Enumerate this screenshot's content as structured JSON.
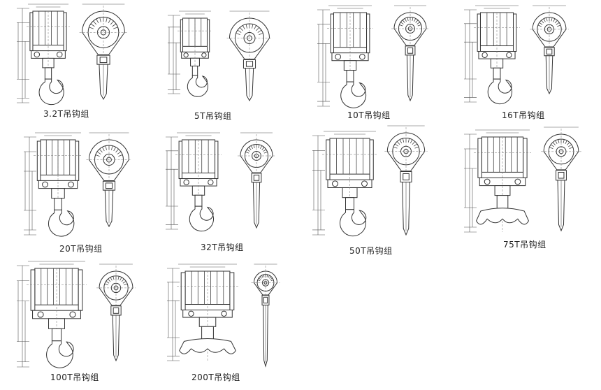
{
  "figures": [
    {
      "id": "3-2t",
      "caption": "3.2T吊钩组",
      "hook": "single",
      "scale": 0.95
    },
    {
      "id": "5t",
      "caption": "5T吊钩组",
      "hook": "single",
      "scale": 0.95
    },
    {
      "id": "10t",
      "caption": "10T吊钩组",
      "hook": "single",
      "scale": 1.0
    },
    {
      "id": "16t",
      "caption": "16T吊钩组",
      "hook": "single",
      "scale": 1.0
    },
    {
      "id": "20t",
      "caption": "20T吊钩组",
      "hook": "single",
      "scale": 1.0
    },
    {
      "id": "32t",
      "caption": "32T吊钩组",
      "hook": "single",
      "scale": 1.0
    },
    {
      "id": "50t",
      "caption": "50T吊钩组",
      "hook": "single",
      "scale": 1.0
    },
    {
      "id": "75t",
      "caption": "75T吊钩组",
      "hook": "double",
      "scale": 1.0
    },
    {
      "id": "100t",
      "caption": "100T吊钩组",
      "hook": "single",
      "scale": 1.05
    },
    {
      "id": "200t",
      "caption": "200T吊钩组",
      "hook": "double",
      "scale": 1.05
    }
  ]
}
